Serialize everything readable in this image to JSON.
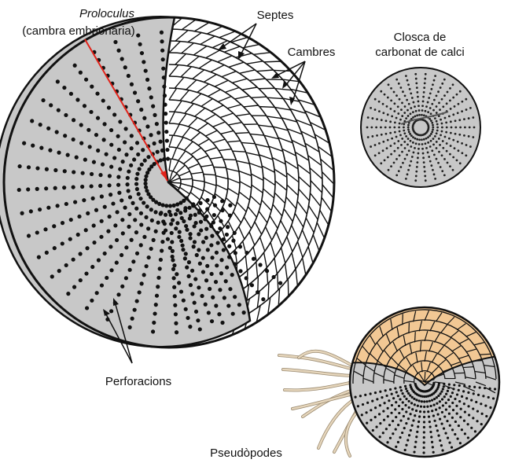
{
  "labels": {
    "proloculus": "Proloculus",
    "proloculus_sub": "(cambra embrionària)",
    "septes": "Septes",
    "cambres": "Cambres",
    "closca_line1": "Closca de",
    "closca_line2": "carbonat de calci",
    "perforacions": "Perforacions",
    "pseudopodes": "Pseudòpodes"
  },
  "colors": {
    "shell_gray": "#c8c8c8",
    "chamber_tan": "#f2c894",
    "pointer_red": "#e2231a",
    "outline": "#111111",
    "pseudopod": "#d8c4a8"
  }
}
